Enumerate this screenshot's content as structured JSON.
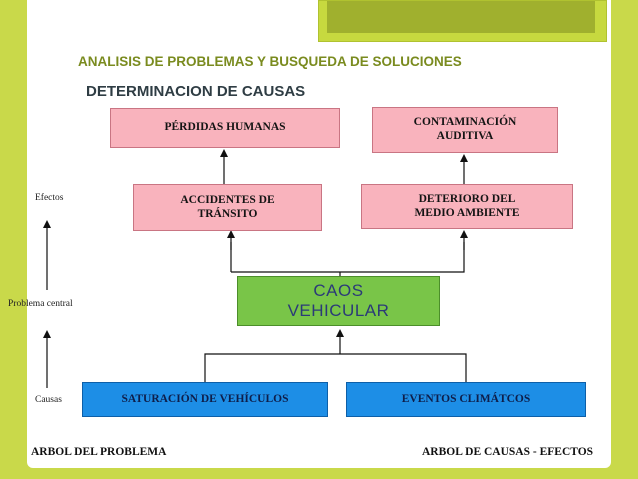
{
  "header": {
    "title": "ANALISIS DE PROBLEMAS Y BUSQUEDA DE SOLUCIONES",
    "subtitle": "DETERMINACION DE CAUSAS"
  },
  "diagram": {
    "effects": [
      {
        "id": "perdidas",
        "label": "PÉRDIDAS HUMANAS"
      },
      {
        "id": "contaminacion",
        "label": "CONTAMINACIÓN AUDITIVA"
      }
    ],
    "intermediate": [
      {
        "id": "accidentes",
        "label": "ACCIDENTES DE TRÁNSITO"
      },
      {
        "id": "deterioro",
        "label": "DETERIORO DEL MEDIO AMBIENTE"
      }
    ],
    "central_problem": {
      "line1": "CAOS",
      "line2": "VEHICULAR"
    },
    "causes": [
      {
        "id": "saturacion",
        "label": "SATURACIÓN DE VEHÍCULOS"
      },
      {
        "id": "eventos",
        "label": "EVENTOS CLIMÁTCOS"
      }
    ]
  },
  "axis_labels": {
    "efectos": "Efectos",
    "problema_central": "Problema central",
    "causas": "Causas"
  },
  "footer": {
    "left": "ARBOL DEL PROBLEMA",
    "right": "ARBOL DE CAUSAS - EFECTOS"
  },
  "colors": {
    "background": "#c9d94a",
    "title": "#7a8b1f",
    "effect_box": "#f9b3bd",
    "central_box": "#79c548",
    "cause_box": "#1d8ee6"
  }
}
